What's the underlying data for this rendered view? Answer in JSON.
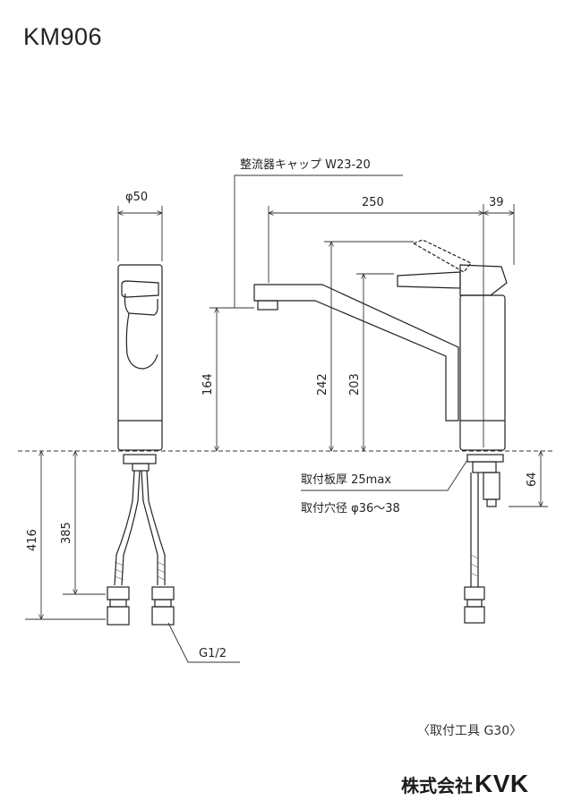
{
  "model": "KM906",
  "labels": {
    "aerator": "整流器キャップ W23-20",
    "plate_thickness": "取付板厚 25max",
    "hole_diameter": "取付穴径 φ36〜38",
    "thread": "G1/2"
  },
  "dimensions": {
    "diameter": "φ50",
    "reach": "250",
    "lever": "39",
    "spout_height": "164",
    "overall_height": "242",
    "body_height": "203",
    "below_counter": "64",
    "hose_total": "416",
    "hose_to_nut": "385"
  },
  "footer": {
    "tool": "〈取付工具 G30〉",
    "brand_jp": "株式会社",
    "brand_en": "KVK"
  }
}
